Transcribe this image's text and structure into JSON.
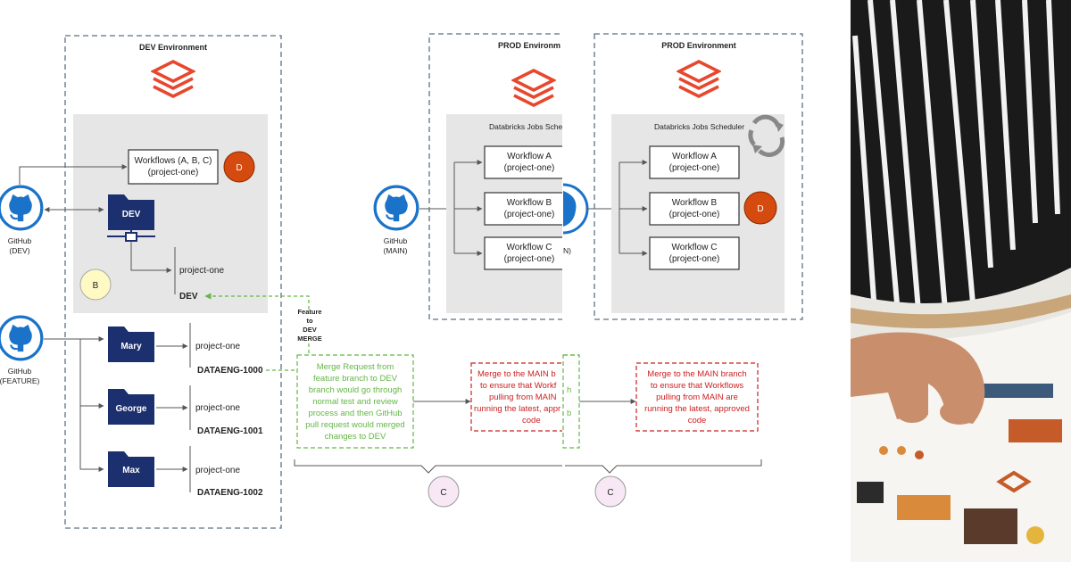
{
  "dev_env": {
    "title": "DEV Environment",
    "workflows_box": [
      "Workflows (A, B, C)",
      "(project-one)"
    ],
    "badge_d": "D",
    "dev_folder": "DEV",
    "project_label": "project-one",
    "dev_branch": "DEV",
    "badge_b": "B"
  },
  "github": {
    "dev": [
      "GitHub",
      "(DEV)"
    ],
    "feature": [
      "GitHub",
      "(FEATURE)"
    ],
    "main": [
      "GitHub",
      "(MAIN)"
    ],
    "main_partial": "N)"
  },
  "feature_branches": [
    {
      "folder": "Mary",
      "project": "project-one",
      "branch": "DATAENG-1000"
    },
    {
      "folder": "George",
      "project": "project-one",
      "branch": "DATAENG-1001"
    },
    {
      "folder": "Max",
      "project": "project-one",
      "branch": "DATAENG-1002"
    }
  ],
  "merge_label": [
    "Feature",
    "to",
    "DEV",
    "MERGE"
  ],
  "merge_request_note": [
    "Merge Request from",
    "feature branch to DEV",
    "branch would go through",
    "normal test and review",
    "process and then GitHub",
    "pull request would merged",
    "changes to DEV"
  ],
  "prod_env_1": {
    "title": "PROD Environm",
    "scheduler": "Databricks Jobs Schedu",
    "workflows": [
      [
        "Workflow A",
        "(project-one)"
      ],
      [
        "Workflow B",
        "(project-one)"
      ],
      [
        "Workflow C",
        "(project-one)"
      ]
    ],
    "note": [
      "Merge to the MAIN b",
      "to ensure that Workf",
      "pulling from MAIN",
      "running the latest, appr",
      "code"
    ],
    "badge_c": "C",
    "partial_note_chars": [
      "h",
      "b"
    ]
  },
  "prod_env_2": {
    "title": "PROD Environment",
    "scheduler": "Databricks Jobs Scheduler",
    "workflows": [
      [
        "Workflow A",
        "(project-one)"
      ],
      [
        "Workflow B",
        "(project-one)"
      ],
      [
        "Workflow C",
        "(project-one)"
      ]
    ],
    "badge_d": "D",
    "note": [
      "Merge to the MAIN branch",
      "to ensure that Workflows",
      "pulling from MAIN are",
      "running the latest, approved",
      "code"
    ],
    "badge_c": "C"
  },
  "colors": {
    "databricks_red": "#e8472e",
    "folder_navy": "#1c2f6e",
    "github_blue": "#1a73c9",
    "badge_d": "#d44a0f",
    "badge_b": "#fff9c4",
    "badge_c": "#f8e8f6",
    "note_green": "#64b646",
    "note_red": "#cc2020",
    "env_border": "#5a7088",
    "panel_gray": "#e6e6e6"
  },
  "photo": {
    "subject": "person-hand-on-printed-design-sheet"
  }
}
